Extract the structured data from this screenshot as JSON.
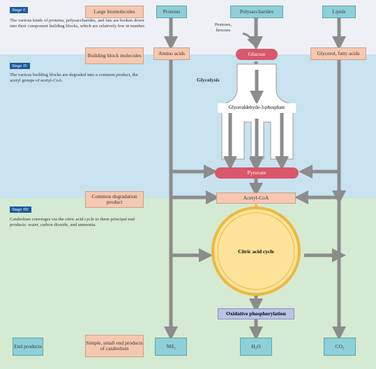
{
  "stages": [
    {
      "tag": "Stage I:",
      "text": "The various kinds of proteins, polysaccharides, and fats are broken down into their component building blocks, which are relatively few in number."
    },
    {
      "tag": "Stage II:",
      "text": "The various building blocks are degraded into a common product, the acetyl groups of acetyl-CoA."
    },
    {
      "tag": "Stage III:",
      "text": "Catabolism converges via the citric acid cycle to three principal end products: water, carbon dioxide, and ammonia."
    }
  ],
  "left_labels": {
    "large": "Large biomolecules",
    "building": "Building block molecules",
    "common": "Common degradation product",
    "simple": "Simple, small end products of catabolism",
    "end": "End products"
  },
  "top": {
    "proteins": "Proteins",
    "polysaccharides": "Polysaccharides",
    "lipids": "Lipids"
  },
  "stage2": {
    "amino": "Amino acids",
    "glucose": "Glucose",
    "glycerol": "Glycerol, fatty acids",
    "pentoses": "Pentoses, hexoses",
    "glycolysis": "Glycolysis",
    "g3p": "Glyceraldehyde-3-phosphate",
    "pyruvate": "Pyruvate"
  },
  "stage3": {
    "acetyl": "Acetyl-CoA",
    "cycle": "Citric acid cycle",
    "oxphos": "Oxidative phosphorylation",
    "nh3": "NH₃",
    "h2o": "H₂O",
    "co2": "CO₂"
  },
  "colors": {
    "stage1_bg": "#eef0f6",
    "stage2_bg": "#c8e2ef",
    "stage3_bg": "#d5ead2",
    "arrow": "#8c8c8c",
    "peach": "#f6c8b0",
    "teal": "#8fd0d8",
    "pink": "#d9576b",
    "cycle": "#fde39a",
    "cycle_ring": "#f0b63c"
  }
}
